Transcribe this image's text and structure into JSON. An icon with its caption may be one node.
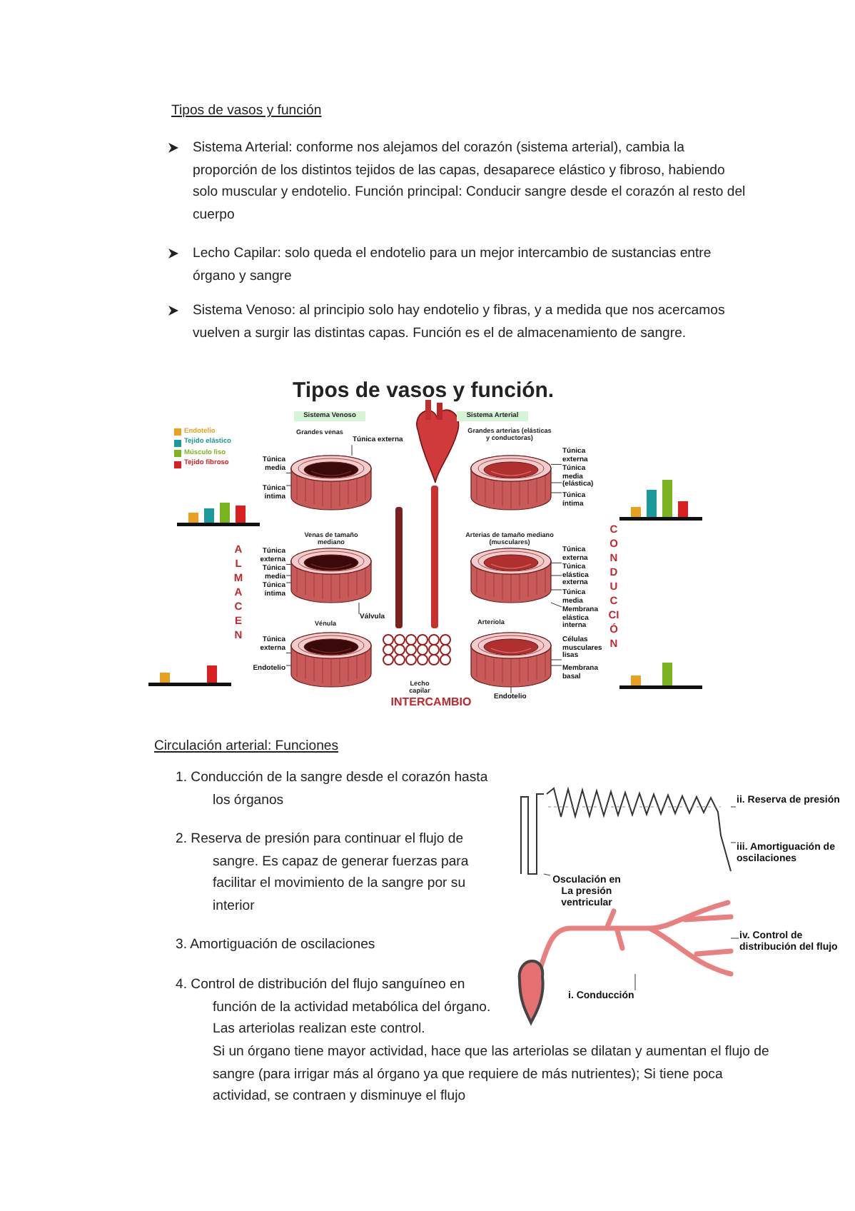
{
  "diagram": {
    "title": "Tipos de vasos y función",
    "nodes": [
      {
        "text": [
          "Túnica media"
        ]
      },
      {
        "text": [
          "Túnica externa"
        ]
      },
      {
        "text": [
          "Túnica íntima"
        ]
      },
      {
        "text": [
          "Túnica externa"
        ]
      },
      {
        "text": [
          "Túnica media"
        ]
      },
      {
        "text": [
          "Túnica íntima"
        ]
      },
      {
        "text": [
          "Válvula"
        ]
      },
      {
        "text": [
          "Túnica externa"
        ]
      },
      {
        "text": [
          "Endotelio"
        ]
      },
      {
        "text": [
          "Túnica externa"
        ]
      },
      {
        "text": [
          "Túnica media (elástica)"
        ]
      },
      {
        "text": [
          "Túnica íntima"
        ]
      },
      {
        "text": [
          "Túnica externa"
        ]
      },
      {
        "text": [
          "Túnica elástica externa"
        ]
      },
      {
        "text": [
          "Túnica media"
        ]
      },
      {
        "text": [
          "Membrana elástica interna"
        ]
      },
      {
        "text": [
          "Células musculares lisas"
        ]
      },
      {
        "text": [
          "Endotelio"
        ]
      },
      {
        "text": [
          "Membrana basal"
        ]
      },
      {
        "text": [
          "Osculación en La presión ventricular"
        ]
      },
      {
        "text": [
          "ii. Reserva de presión"
        ]
      },
      {
        "text": [
          "iii. Amortiguación de oscilaciones"
        ]
      },
      {
        "text": [
          "iv. Control de distribución del flujo"
        ]
      },
      {
        "text": [
          "i. Conducción"
        ]
      },
      {
        "text": [],
        "shape": "picture"
      },
      {
        "text": [],
        "shape": "picture"
      },
      {
        "text": [],
        "shape": "picture"
      },
      {
        "text": [],
        "shape": "picture"
      },
      {
        "text": [],
        "shape": "picture"
      },
      {
        "text": [],
        "shape": "picture"
      },
      {
        "text": [],
        "shape": "picture"
      },
      {
        "text": [],
        "shape": "picture"
      },
      {
        "text": [],
        "shape": "picture"
      }
    ],
    "edges": [
      {
        "from": 0,
        "to": 24,
        "arrow": "none"
      },
      {
        "from": 1,
        "to": 24,
        "arrow": "none"
      },
      {
        "from": 2,
        "to": 24,
        "arrow": "none"
      },
      {
        "from": 3,
        "to": 25,
        "arrow": "none"
      },
      {
        "from": 4,
        "to": 25,
        "arrow": "none"
      },
      {
        "from": 5,
        "to": 25,
        "arrow": "none"
      },
      {
        "from": 6,
        "to": 25,
        "arrow": "none"
      },
      {
        "from": 7,
        "to": 26,
        "arrow": "none"
      },
      {
        "from": 8,
        "to": 26,
        "arrow": "none"
      },
      {
        "from": 9,
        "to": 27,
        "arrow": "none"
      },
      {
        "from": 10,
        "to": 27,
        "arrow": "none"
      },
      {
        "from": 11,
        "to": 27,
        "arrow": "none"
      },
      {
        "from": 12,
        "to": 28,
        "arrow": "none"
      },
      {
        "from": 13,
        "to": 28,
        "arrow": "none"
      },
      {
        "from": 14,
        "to": 28,
        "arrow": "none"
      },
      {
        "from": 15,
        "to": 28,
        "arrow": "none"
      },
      {
        "from": 16,
        "to": 29,
        "arrow": "none"
      },
      {
        "from": 17,
        "to": 29,
        "arrow": "none"
      },
      {
        "from": 18,
        "to": 29,
        "arrow": "none"
      },
      {
        "from": 19,
        "to": 30,
        "arrow": "none"
      },
      {
        "from": 20,
        "to": 31,
        "arrow": "none"
      },
      {
        "from": 21,
        "to": 31,
        "arrow": "none"
      },
      {
        "from": 22,
        "to": 32,
        "arrow": "none"
      },
      {
        "from": 23,
        "to": 32,
        "arrow": "none"
      }
    ],
    "labels": [
      "Sistema Arterial: conforme nos alejamos del corazón (sistema arterial), cambia la proporción de los distintos tejidos de las capas, desaparece elástico y fibroso, habiendo solo muscular y endotelio. Función principal: Conducir sangre desde el corazón al resto del cuerpo",
      "Lecho Capilar: solo queda el endotelio para un mejor intercambio de sustancias entre órgano y sangre",
      "Sistema Venoso: al principio solo hay endotelio y fibras, y a medida que nos acercamos vuelven a surgir las distintas capas. Función es el de almacenamiento de sangre.",
      "Tipos de vasos y función.",
      "Sistema Venoso",
      "Sistema Arterial",
      "Grandes venas",
      "Venas de tamaño mediano",
      "Vénula",
      "Grandes arterias (elásticas y conductoras)",
      "Arterias de tamaño mediano (musculares)",
      "Arteriola",
      "ALMACEN",
      "CONDUCCIÓN",
      "Lecho capilar",
      "INTERCAMBIO",
      "Circulación arterial: Funciones",
      "1. Conducción de la sangre desde el corazón hasta los órganos",
      "2. Reserva de presión para continuar el flujo de sangre. Es capaz de generar fuerzas para facilitar el movimiento de la sangre por su interior",
      "3. Amortiguación de oscilaciones",
      "4. Control de distribución del flujo sanguíneo en función de la actividad metabólica del órgano. Las arteriolas realizan este control.",
      "Si un órgano tiene mayor actividad, hace que las arteriolas se dilatan y aumentan el flujo de sangre (para irrigar más al órgano ya que requiere de más nutrientes); Si tiene poca actividad, se contraen y disminuye el flujo"
    ],
    "legend": [
      {
        "text": "Endotelio",
        "color": "#e8a020"
      },
      {
        "text": "Tejido elástico",
        "color": "#1a9a9a"
      },
      {
        "text": "Músculo liso",
        "color": "#7ab520"
      },
      {
        "text": "Tejido fibroso",
        "color": "#d82020"
      }
    ]
  }
}
